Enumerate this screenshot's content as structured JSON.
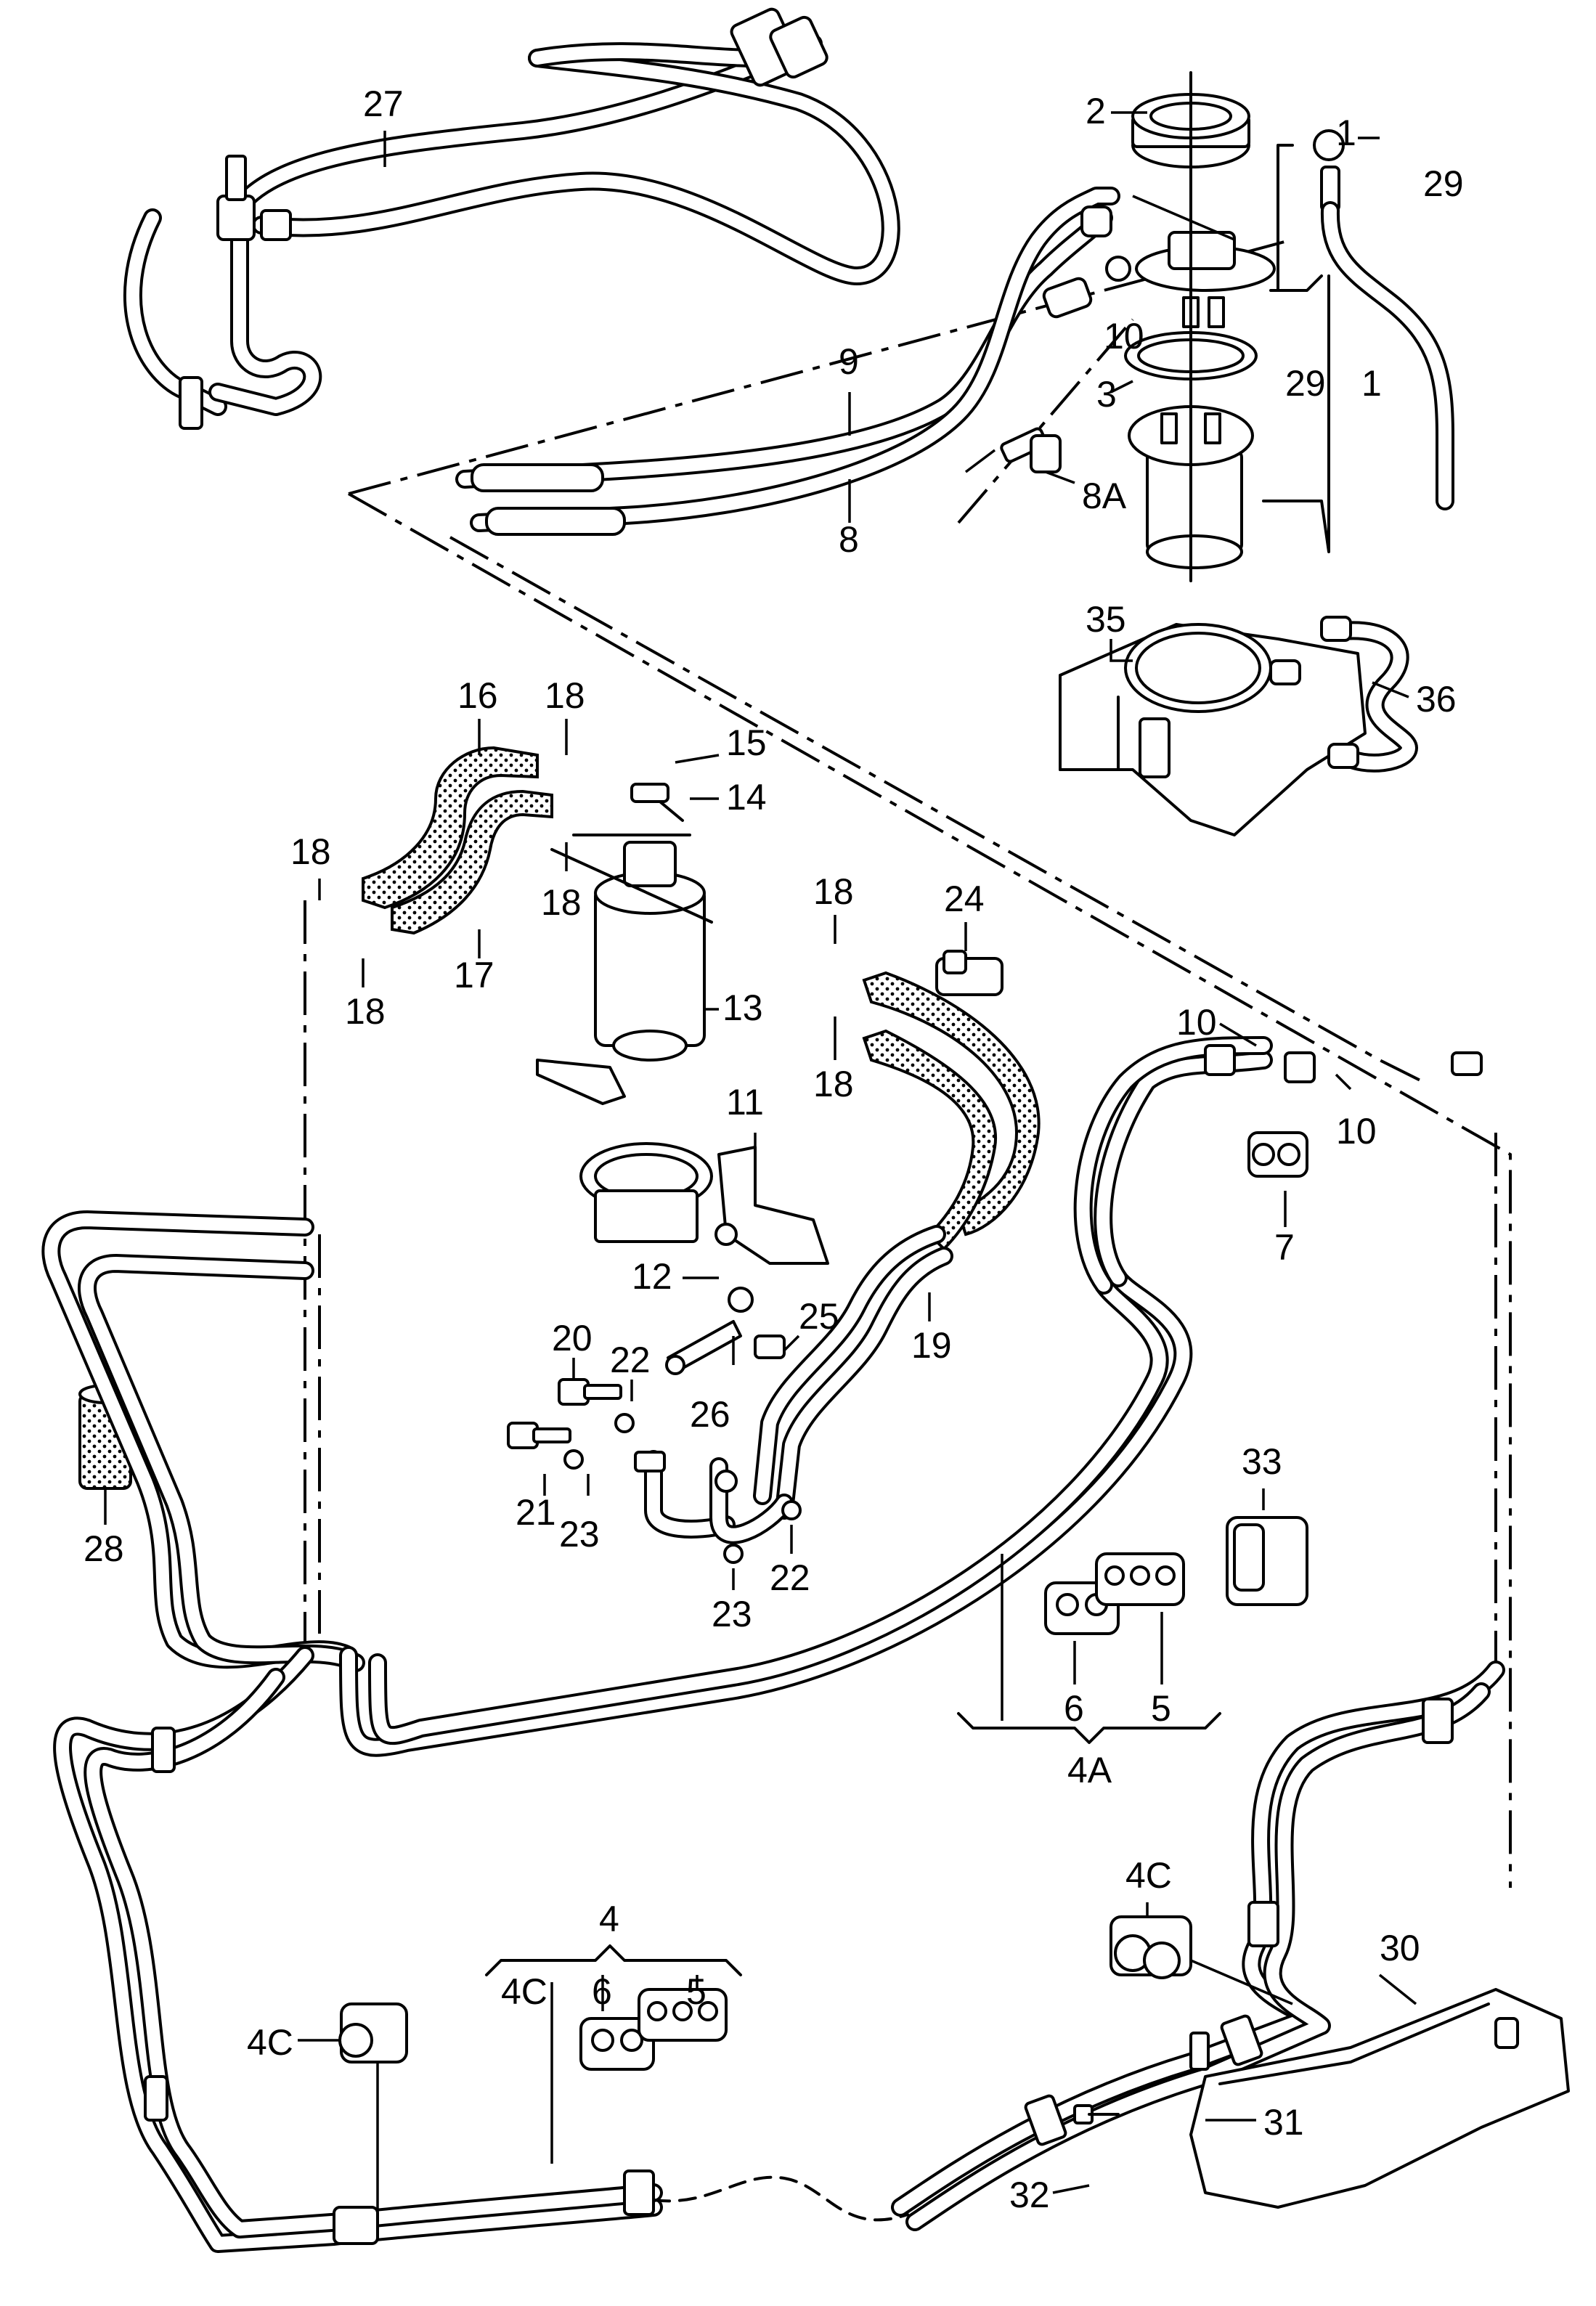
{
  "callouts": [
    {
      "id": "c27",
      "text": "27"
    },
    {
      "id": "c2",
      "text": "2"
    },
    {
      "id": "c1a",
      "text": "1"
    },
    {
      "id": "c29a",
      "text": "29"
    },
    {
      "id": "c10a",
      "text": "10"
    },
    {
      "id": "c3",
      "text": "3"
    },
    {
      "id": "c29b",
      "text": "29"
    },
    {
      "id": "c1b",
      "text": "1"
    },
    {
      "id": "c9",
      "text": "9"
    },
    {
      "id": "c8",
      "text": "8"
    },
    {
      "id": "c8A",
      "text": "8A"
    },
    {
      "id": "c35",
      "text": "35"
    },
    {
      "id": "c36",
      "text": "36"
    },
    {
      "id": "c16",
      "text": "16"
    },
    {
      "id": "c18a",
      "text": "18"
    },
    {
      "id": "c15",
      "text": "15"
    },
    {
      "id": "c14",
      "text": "14"
    },
    {
      "id": "c18b",
      "text": "18"
    },
    {
      "id": "c18c",
      "text": "18"
    },
    {
      "id": "c18d",
      "text": "18"
    },
    {
      "id": "c24",
      "text": "24"
    },
    {
      "id": "c18e",
      "text": "18"
    },
    {
      "id": "c17",
      "text": "17"
    },
    {
      "id": "c13",
      "text": "13"
    },
    {
      "id": "c18f",
      "text": "18"
    },
    {
      "id": "c10b",
      "text": "10"
    },
    {
      "id": "c10c",
      "text": "10"
    },
    {
      "id": "c11",
      "text": "11"
    },
    {
      "id": "c7",
      "text": "7"
    },
    {
      "id": "c12",
      "text": "12"
    },
    {
      "id": "c19",
      "text": "19"
    },
    {
      "id": "c20",
      "text": "20"
    },
    {
      "id": "c25",
      "text": "25"
    },
    {
      "id": "c22a",
      "text": "22"
    },
    {
      "id": "c26",
      "text": "26"
    },
    {
      "id": "c28",
      "text": "28"
    },
    {
      "id": "c21",
      "text": "21"
    },
    {
      "id": "c23a",
      "text": "23"
    },
    {
      "id": "c22b",
      "text": "22"
    },
    {
      "id": "c23b",
      "text": "23"
    },
    {
      "id": "c33",
      "text": "33"
    },
    {
      "id": "c6a",
      "text": "6"
    },
    {
      "id": "c5a",
      "text": "5"
    },
    {
      "id": "c4A",
      "text": "4A"
    },
    {
      "id": "c4Ca",
      "text": "4C"
    },
    {
      "id": "c4",
      "text": "4"
    },
    {
      "id": "c4Cb",
      "text": "4C"
    },
    {
      "id": "c6b",
      "text": "6"
    },
    {
      "id": "c5b",
      "text": "5"
    },
    {
      "id": "c4Cc",
      "text": "4C"
    },
    {
      "id": "c30",
      "text": "30"
    },
    {
      "id": "c31",
      "text": "31"
    },
    {
      "id": "c32",
      "text": "32"
    }
  ]
}
